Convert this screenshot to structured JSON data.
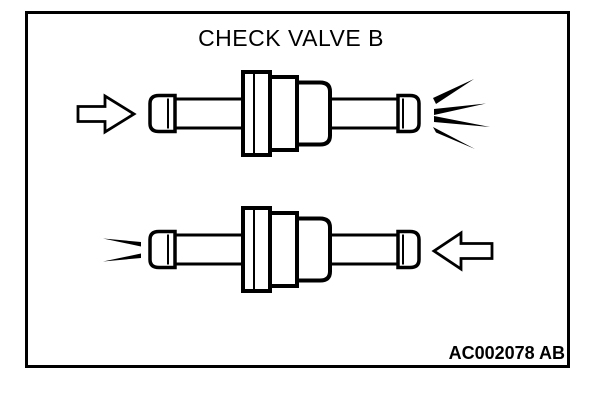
{
  "figure": {
    "title": "CHECK VALVE B",
    "code": "AC002078 AB"
  },
  "colors": {
    "line": "#000000",
    "background": "#ffffff"
  },
  "icons": {
    "top_flow_in": "arrow-right-icon",
    "top_flow_out": "spray-burst-icon",
    "bottom_flow_out": "weak-spray-icon",
    "bottom_flow_in": "arrow-left-icon"
  },
  "parts": {
    "top": "check-valve-flow-pass",
    "bottom": "check-valve-flow-block"
  }
}
